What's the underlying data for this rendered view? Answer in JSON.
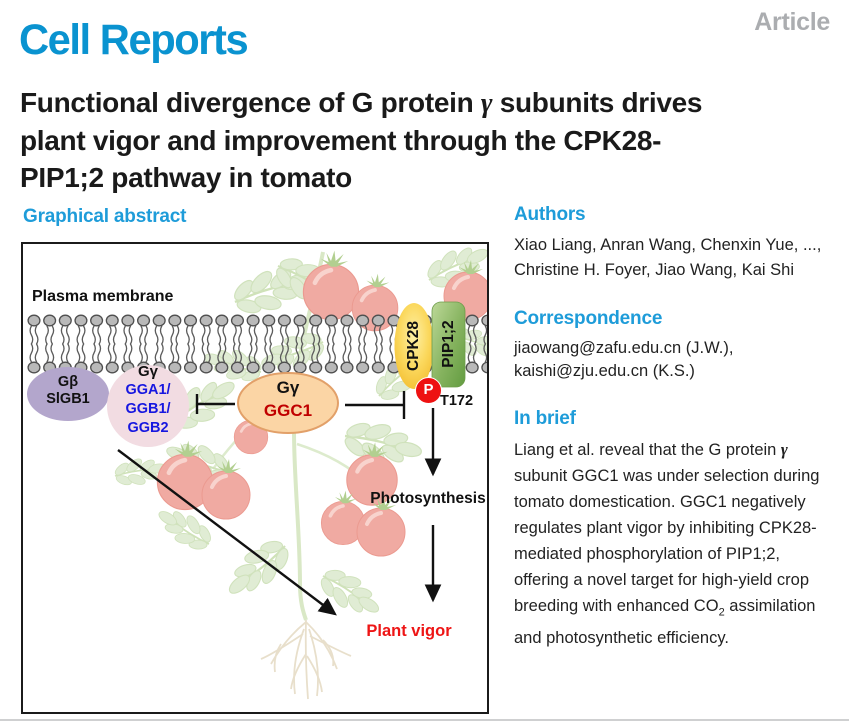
{
  "header": {
    "journal": "Cell Reports",
    "article_type": "Article"
  },
  "title": {
    "l1a": "Functional divergence of G protein ",
    "l1_gamma": "γ",
    "l1b": " subunits drives",
    "l2": "plant vigor and improvement through the CPK28-",
    "l3": "PIP1;2 pathway in tomato"
  },
  "graphical_abstract": {
    "heading": "Graphical abstract",
    "labels": {
      "plasma_membrane": "Plasma membrane",
      "g_beta": "Gβ",
      "g_beta_name": "SlGB1",
      "g_gamma": "Gγ",
      "gga1": "GGA1/",
      "ggb1": "GGB1/",
      "ggb2": "GGB2",
      "ggc_gamma": "Gγ",
      "ggc1": "GGC1",
      "cpk28": "CPK28",
      "pip12": "PIP1;2",
      "phospho": "P",
      "t172": "T172",
      "photosynthesis": "Photosynthesis",
      "plant_vigor": "Plant vigor"
    }
  },
  "authors": {
    "heading": "Authors",
    "line1": "Xiao Liang, Anran Wang, Chenxin Yue, ...,",
    "line2": "Christine H. Foyer, Jiao Wang, Kai Shi"
  },
  "correspondence": {
    "heading": "Correspondence",
    "email1": "jiaowang@zafu.edu.cn (J.W.),",
    "email2": "kaishi@zju.edu.cn (K.S.)"
  },
  "in_brief": {
    "heading": "In brief",
    "p_a": "Liang et al. reveal that the G protein ",
    "gamma": "γ",
    "p_b": " subunit GGC1 was under selection during tomato domestication. GGC1 negatively regulates plant vigor by inhibiting CPK28-mediated phosphorylation of PIP1;2, offering a novel target for high-yield crop breeding with enhanced CO",
    "sub": "2",
    "p_c": " assimilation and photosynthetic efficiency."
  },
  "colors": {
    "logo_blue": "#0a93d0",
    "heading_blue": "#1e9cd9",
    "article_gray": "#abadb0",
    "gga_blue": "#1717e0",
    "ggc1_red": "#c00000",
    "plant_vigor_red": "#ee1515",
    "phospho_badge_red": "#ee1111",
    "g_beta_purple": "#b3a6cc",
    "g_gamma_pink": "#f2dce2",
    "ggc1_peach": "#fbd5a5",
    "cpk28_gold": "#f7c335",
    "pip12_green": "#7fae58"
  }
}
